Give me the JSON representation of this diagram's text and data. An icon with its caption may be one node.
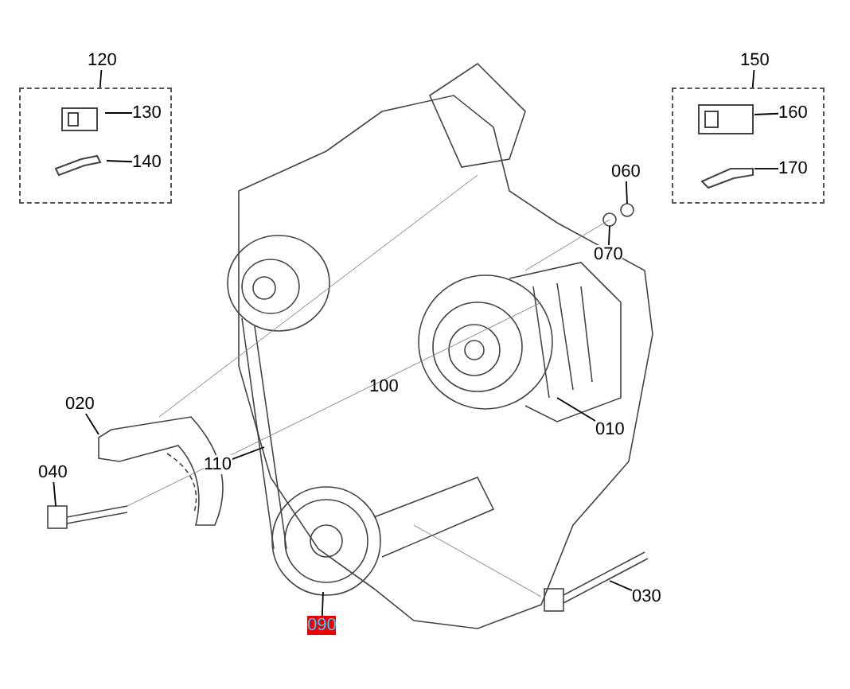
{
  "diagram": {
    "nodes": [
      {
        "text": [],
        "shape": "box"
      },
      {
        "text": [
          "120"
        ]
      },
      {
        "text": [
          "130"
        ],
        "in": 0
      },
      {
        "text": [
          "140"
        ],
        "in": 0
      },
      {
        "text": [],
        "shape": "box"
      },
      {
        "text": [
          "150"
        ]
      },
      {
        "text": [
          "160"
        ],
        "in": 4
      },
      {
        "text": [
          "170"
        ],
        "in": 4
      },
      {
        "text": [
          "060"
        ]
      },
      {
        "text": [
          "070"
        ]
      },
      {
        "text": [
          "020"
        ]
      },
      {
        "text": [
          "040"
        ]
      },
      {
        "text": [
          "110"
        ]
      },
      {
        "text": [
          "010"
        ]
      },
      {
        "text": [
          "030"
        ]
      },
      {
        "text": [
          "090"
        ]
      }
    ],
    "edges": [
      {
        "from": 1,
        "to": 0,
        "arrow": "none"
      },
      {
        "from": 2,
        "to": null,
        "arrow": "none"
      },
      {
        "from": 3,
        "to": null,
        "arrow": "none"
      },
      {
        "from": 5,
        "to": 4,
        "arrow": "none"
      },
      {
        "from": 6,
        "to": null,
        "arrow": "none"
      },
      {
        "from": 7,
        "to": null,
        "arrow": "none"
      },
      {
        "from": 8,
        "to": null,
        "arrow": "none"
      },
      {
        "from": 9,
        "to": null,
        "arrow": "none"
      },
      {
        "from": 10,
        "to": null,
        "arrow": "none"
      },
      {
        "from": 11,
        "to": null,
        "arrow": "none"
      },
      {
        "from": 12,
        "to": null,
        "arrow": "none"
      },
      {
        "from": 13,
        "to": null,
        "arrow": "none"
      },
      {
        "from": 14,
        "to": null,
        "arrow": "none"
      },
      {
        "from": 15,
        "to": null,
        "arrow": "none"
      }
    ],
    "labels": [
      "100"
    ]
  }
}
